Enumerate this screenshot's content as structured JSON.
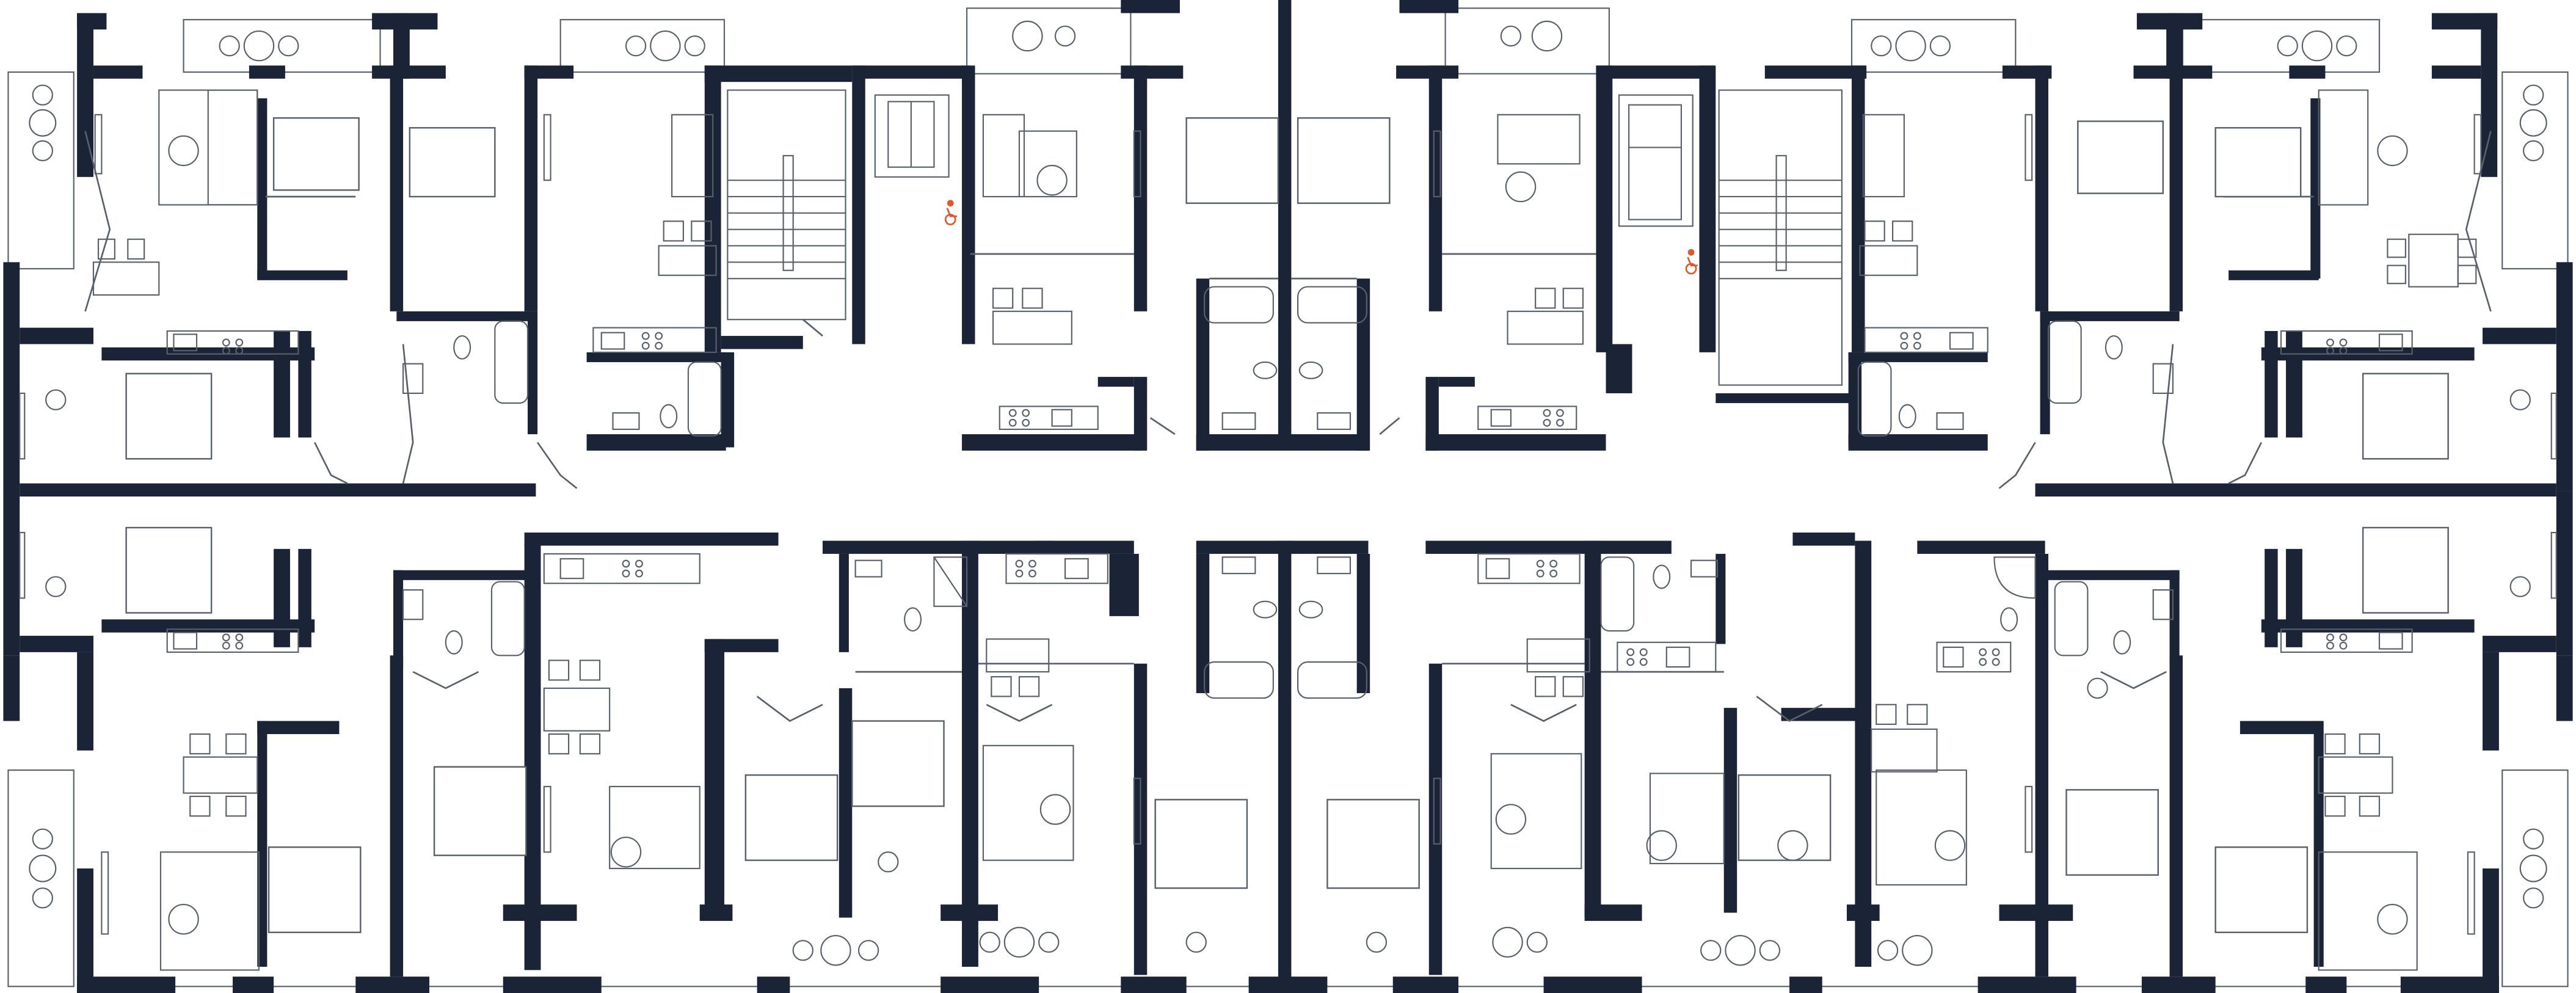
{
  "diagram": {
    "type": "architectural-floor-plan",
    "colors": {
      "background": "#ffffff",
      "wall": "#1b2436",
      "line": "#58606c",
      "furniture": "#8a8f96",
      "accessibility": "#e2562c"
    },
    "symbols": {
      "accessibility": "wheelchair-icon",
      "stairs": "stair-flight",
      "elevator": "elevator-car"
    }
  }
}
